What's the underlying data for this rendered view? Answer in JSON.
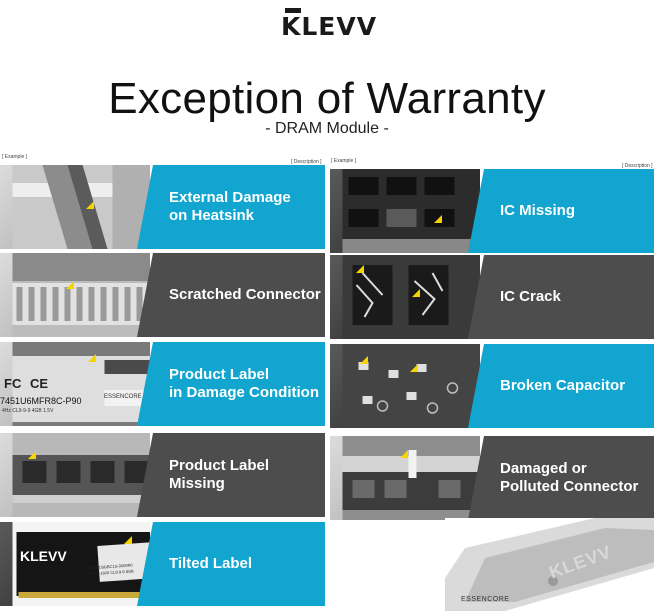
{
  "brand": {
    "logo": "KLEVV"
  },
  "header": {
    "title": "Exception of Warranty",
    "subtitle": "- DRAM Module -"
  },
  "tags": {
    "left_example": "[ Example ]",
    "left_description": "[ Description ]",
    "right_example": "[ Example ]",
    "right_description": "[ Description ]"
  },
  "left_items": [
    {
      "label": "External Damage\non Heatsink",
      "style": "blue"
    },
    {
      "label": "Scratched Connector",
      "style": "gray"
    },
    {
      "label": "Product Label\nin Damage Condition",
      "style": "blue"
    },
    {
      "label": "Product Label\nMissing",
      "style": "gray"
    },
    {
      "label": "Tilted Label",
      "style": "blue"
    }
  ],
  "right_items": [
    {
      "label": "IC Missing",
      "style": "blue"
    },
    {
      "label": "IC Crack",
      "style": "gray"
    },
    {
      "label": "Broken Capacitor",
      "style": "blue"
    },
    {
      "label": "Damaged or\nPolluted Connector",
      "style": "gray"
    }
  ],
  "photo_text": {
    "label_fc": "FC",
    "label_ce": "CE",
    "label_part": "7451U6MFR8C-P90",
    "label_spec": "4Hz CL9-9-9 4GB 1.5V",
    "label_essencore": "ESSENCORE",
    "tilted_logo": "KLEVV",
    "tilted_part": "NR5BC8GBC1S-0000R0",
    "tilted_spec": "DDR3-1600 CL9-9-9 8GB"
  },
  "footer": {
    "module_logo": "KLEVV",
    "company": "ESSENCORE"
  },
  "colors": {
    "accent_blue": "#11a5cf",
    "panel_gray": "#4d4d4d",
    "marker_yellow": "#f5d400"
  }
}
